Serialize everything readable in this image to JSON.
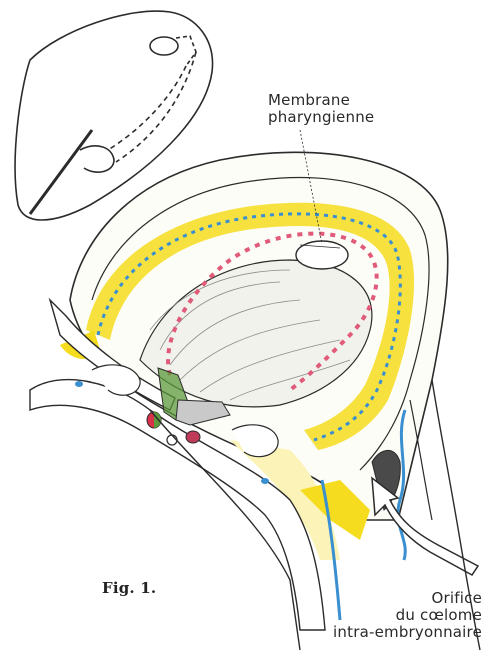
{
  "labels": {
    "membrane_line1": "Membrane",
    "membrane_line2": "pharyngienne",
    "orifice_line1": "Orifice",
    "orifice_line2": "du cœlome",
    "orifice_line3": "intra-embryonnaire",
    "figure_caption": "Fig. 1."
  },
  "colors": {
    "line": "#2b2b2b",
    "yellow": "#f5dc1e",
    "pale_yellow": "#fbf3b8",
    "green": "#5c9a3c",
    "red": "#d8324a",
    "blue": "#3a8fd0",
    "pink": "#e05a7a",
    "grey": "#c9c9c9",
    "background": "#ffffff"
  }
}
